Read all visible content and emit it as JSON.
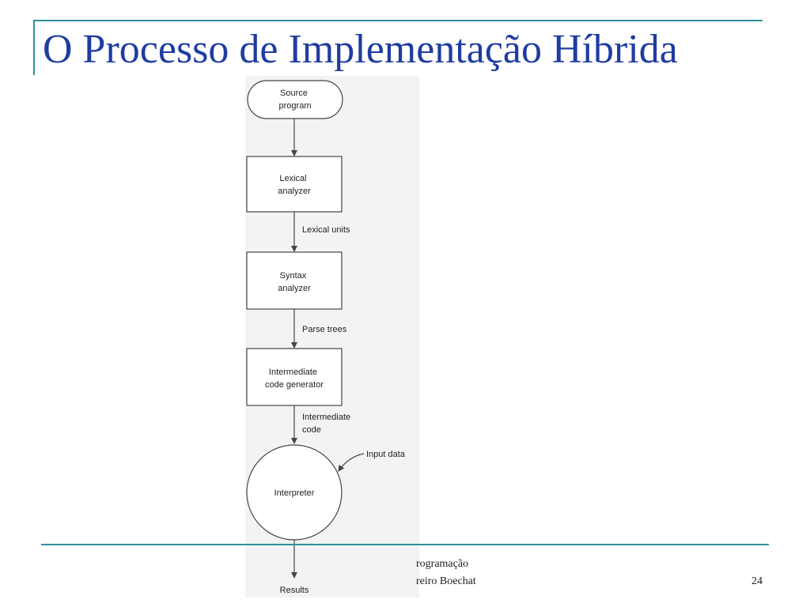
{
  "slide": {
    "title": "O Processo de Implementação Híbrida",
    "footer_line_1": "rogramação",
    "footer_line_2": "reiro Boechat",
    "page_number": "24"
  },
  "diagram": {
    "nodes": {
      "source": [
        "Source",
        "program"
      ],
      "lexical": [
        "Lexical",
        "analyzer"
      ],
      "syntax": [
        "Syntax",
        "analyzer"
      ],
      "intermediate": [
        "Intermediate",
        "code generator"
      ],
      "interpreter": [
        "Interpreter"
      ],
      "results": [
        "Results"
      ]
    },
    "edge_labels": {
      "lexical_units": [
        "Lexical units"
      ],
      "parse_trees": [
        "Parse trees"
      ],
      "intermediate_code": [
        "Intermediate",
        "code"
      ],
      "input_data": [
        "Input data"
      ]
    }
  }
}
